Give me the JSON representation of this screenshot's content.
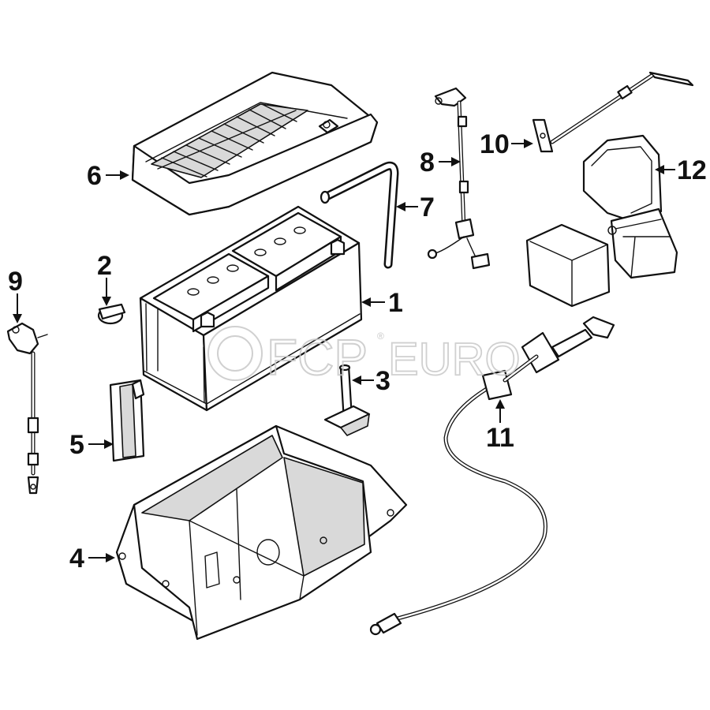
{
  "watermark": {
    "brand": "FCP",
    "brand_suffix": "EURO",
    "registered": "®"
  },
  "callouts": [
    {
      "id": "1",
      "label": "1"
    },
    {
      "id": "2",
      "label": "2"
    },
    {
      "id": "3",
      "label": "3"
    },
    {
      "id": "4",
      "label": "4"
    },
    {
      "id": "5",
      "label": "5"
    },
    {
      "id": "6",
      "label": "6"
    },
    {
      "id": "7",
      "label": "7"
    },
    {
      "id": "8",
      "label": "8"
    },
    {
      "id": "9",
      "label": "9"
    },
    {
      "id": "10",
      "label": "10"
    },
    {
      "id": "11",
      "label": "11"
    },
    {
      "id": "12",
      "label": "12"
    }
  ]
}
